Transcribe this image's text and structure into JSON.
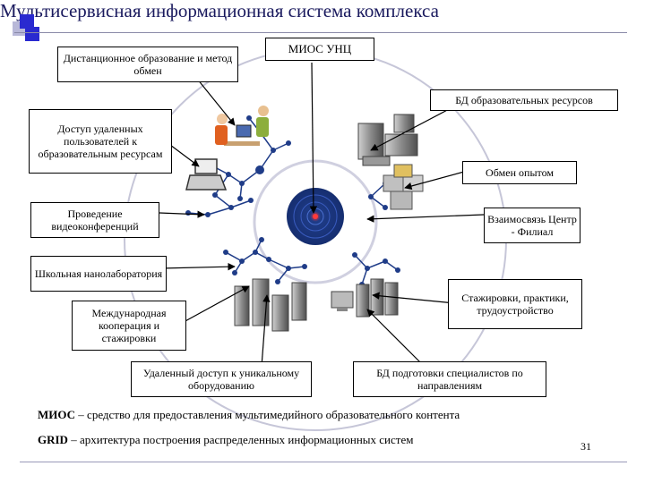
{
  "title": "Мультисервисная информационная система комплекса",
  "center_label": "МИОС УНЦ",
  "labels": {
    "distance": "Дистанционное образование и метод обмен",
    "remote_access": "Доступ удаленных пользователей к образовательным ресурсам",
    "video": "Проведение видеоконференций",
    "school_lab": "Школьная нанолаборатория",
    "intl": "Международная кооперация и стажировки",
    "unique_equipment": "Удаленный доступ к уникальному оборудованию",
    "db_specialists": "БД подготовки специалистов по направлениям",
    "internships": "Стажировки, практики, трудоустройство",
    "center_branch": "Взаимосвязь Центр - Филиал",
    "experience": "Обмен опытом",
    "db_resources": "БД образовательных ресурсов"
  },
  "footnotes": [
    {
      "term": "МИОС",
      "text": " – средство для предоставления мультимедийного образовательного контента"
    },
    {
      "term": "GRID",
      "text": " – архитектура построения распределенных информационных систем"
    }
  ],
  "page_number": "31",
  "colors": {
    "title": "#1a1a5e",
    "node": "#1f3c88",
    "accent_square": "#2a2ad0"
  }
}
